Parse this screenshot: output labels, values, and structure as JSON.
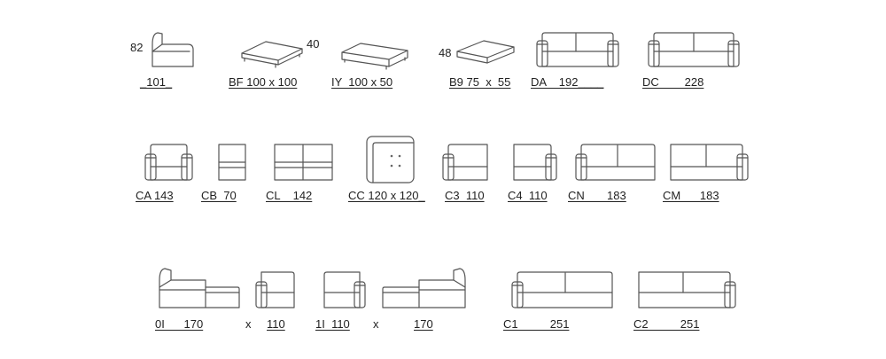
{
  "colors": {
    "line": "#555555",
    "text": "#222222",
    "background": "#ffffff"
  },
  "row1": {
    "armchair_height": "82",
    "armchair_label": "_101_",
    "ottoman_bf_label": "BF 100 x 100",
    "ottoman_iy_height": "40",
    "ottoman_iy_label": "IY  100 x 50",
    "ottoman_b9_height": "48",
    "ottoman_b9_label": "B9 75  x  55",
    "sofa_da_label": "DA    192____",
    "sofa_dc_label": "DC        228"
  },
  "row2": {
    "ca_label": "CA 143",
    "cb_label": "CB  70",
    "cl_label": "CL    142",
    "cc_label": "CC 120 x 120_",
    "c3_label": "C3  110",
    "c4_label": "C4  110",
    "cn_label": "CN       183",
    "cm_label": "CM      183"
  },
  "row3": {
    "chaise_0i_label": "0I      170",
    "chaise_0i_x": "x",
    "chaise_0i_depth": "110",
    "chaise_1i_label": "1I  110",
    "chaise_1i_x": "x",
    "chaise_1i_depth": "170",
    "sofa_c1_label": "C1          251",
    "sofa_c2_label": "C2          251"
  }
}
